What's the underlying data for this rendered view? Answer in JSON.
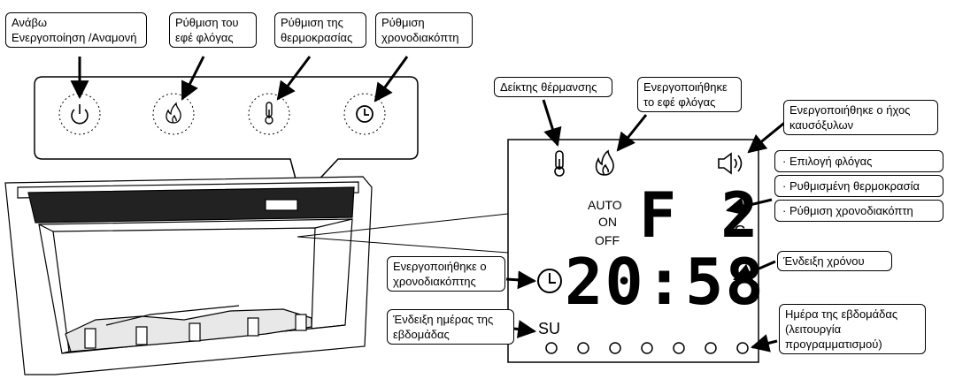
{
  "callouts": {
    "power": "Ανάβω\nΕνεργοποίηση /Αναμονή",
    "flame_setting": "Ρύθμιση του\nεφέ φλόγας",
    "temp_setting": "Ρύθμιση της\nθερμοκρασίας",
    "timer_setting": "Ρύθμιση\nχρονοδιακόπτη",
    "heat_indicator": "Δείκτης θέρμανσης",
    "flame_active": "Ενεργοποιήθηκε\nτο εφέ φλόγας",
    "sound_active": "Ενεργοποιήθηκε ο ήχος\nκαυσόξυλων",
    "time_display": "Ένδειξη χρόνου",
    "timer_active": "Ενεργοποιήθηκε ο\nχρονοδιακόπτης",
    "day_display": "Ένδειξη ημέρας της\nεβδομάδας",
    "weekday_program": "Ημέρα της εβδομάδας\n(λειτουργία\nπρογραμματισμού)"
  },
  "display_options": [
    "Επιλογή φλόγας",
    "Ρυθμισμένη θερμοκρασία",
    "Ρύθμιση χρονοδιακόπτη"
  ],
  "lcd": {
    "mode_auto": "AUTO",
    "mode_on": "ON",
    "mode_off": "OFF",
    "flame_code": "F 2",
    "unit": "°C",
    "time": "20:58",
    "day": "SU"
  },
  "icons": [
    "power-icon",
    "flame-icon",
    "thermometer-icon",
    "clock-icon",
    "speaker-icon"
  ]
}
